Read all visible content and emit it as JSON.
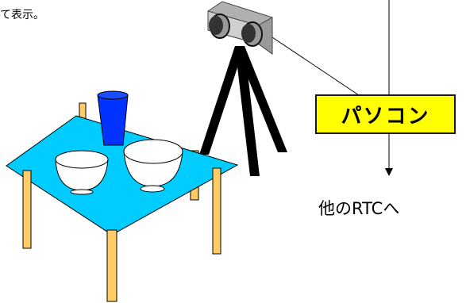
{
  "top_left_text": "て表示。",
  "pc_label": "パソコン",
  "destination_label": "他のRTCへ",
  "colors": {
    "table_top": "#00ccff",
    "table_legs": "#ffcc66",
    "cup": "#0033ff",
    "pc_box": "#ffff00",
    "camera_body": "#c0c0c0",
    "tripod": "#000000"
  }
}
